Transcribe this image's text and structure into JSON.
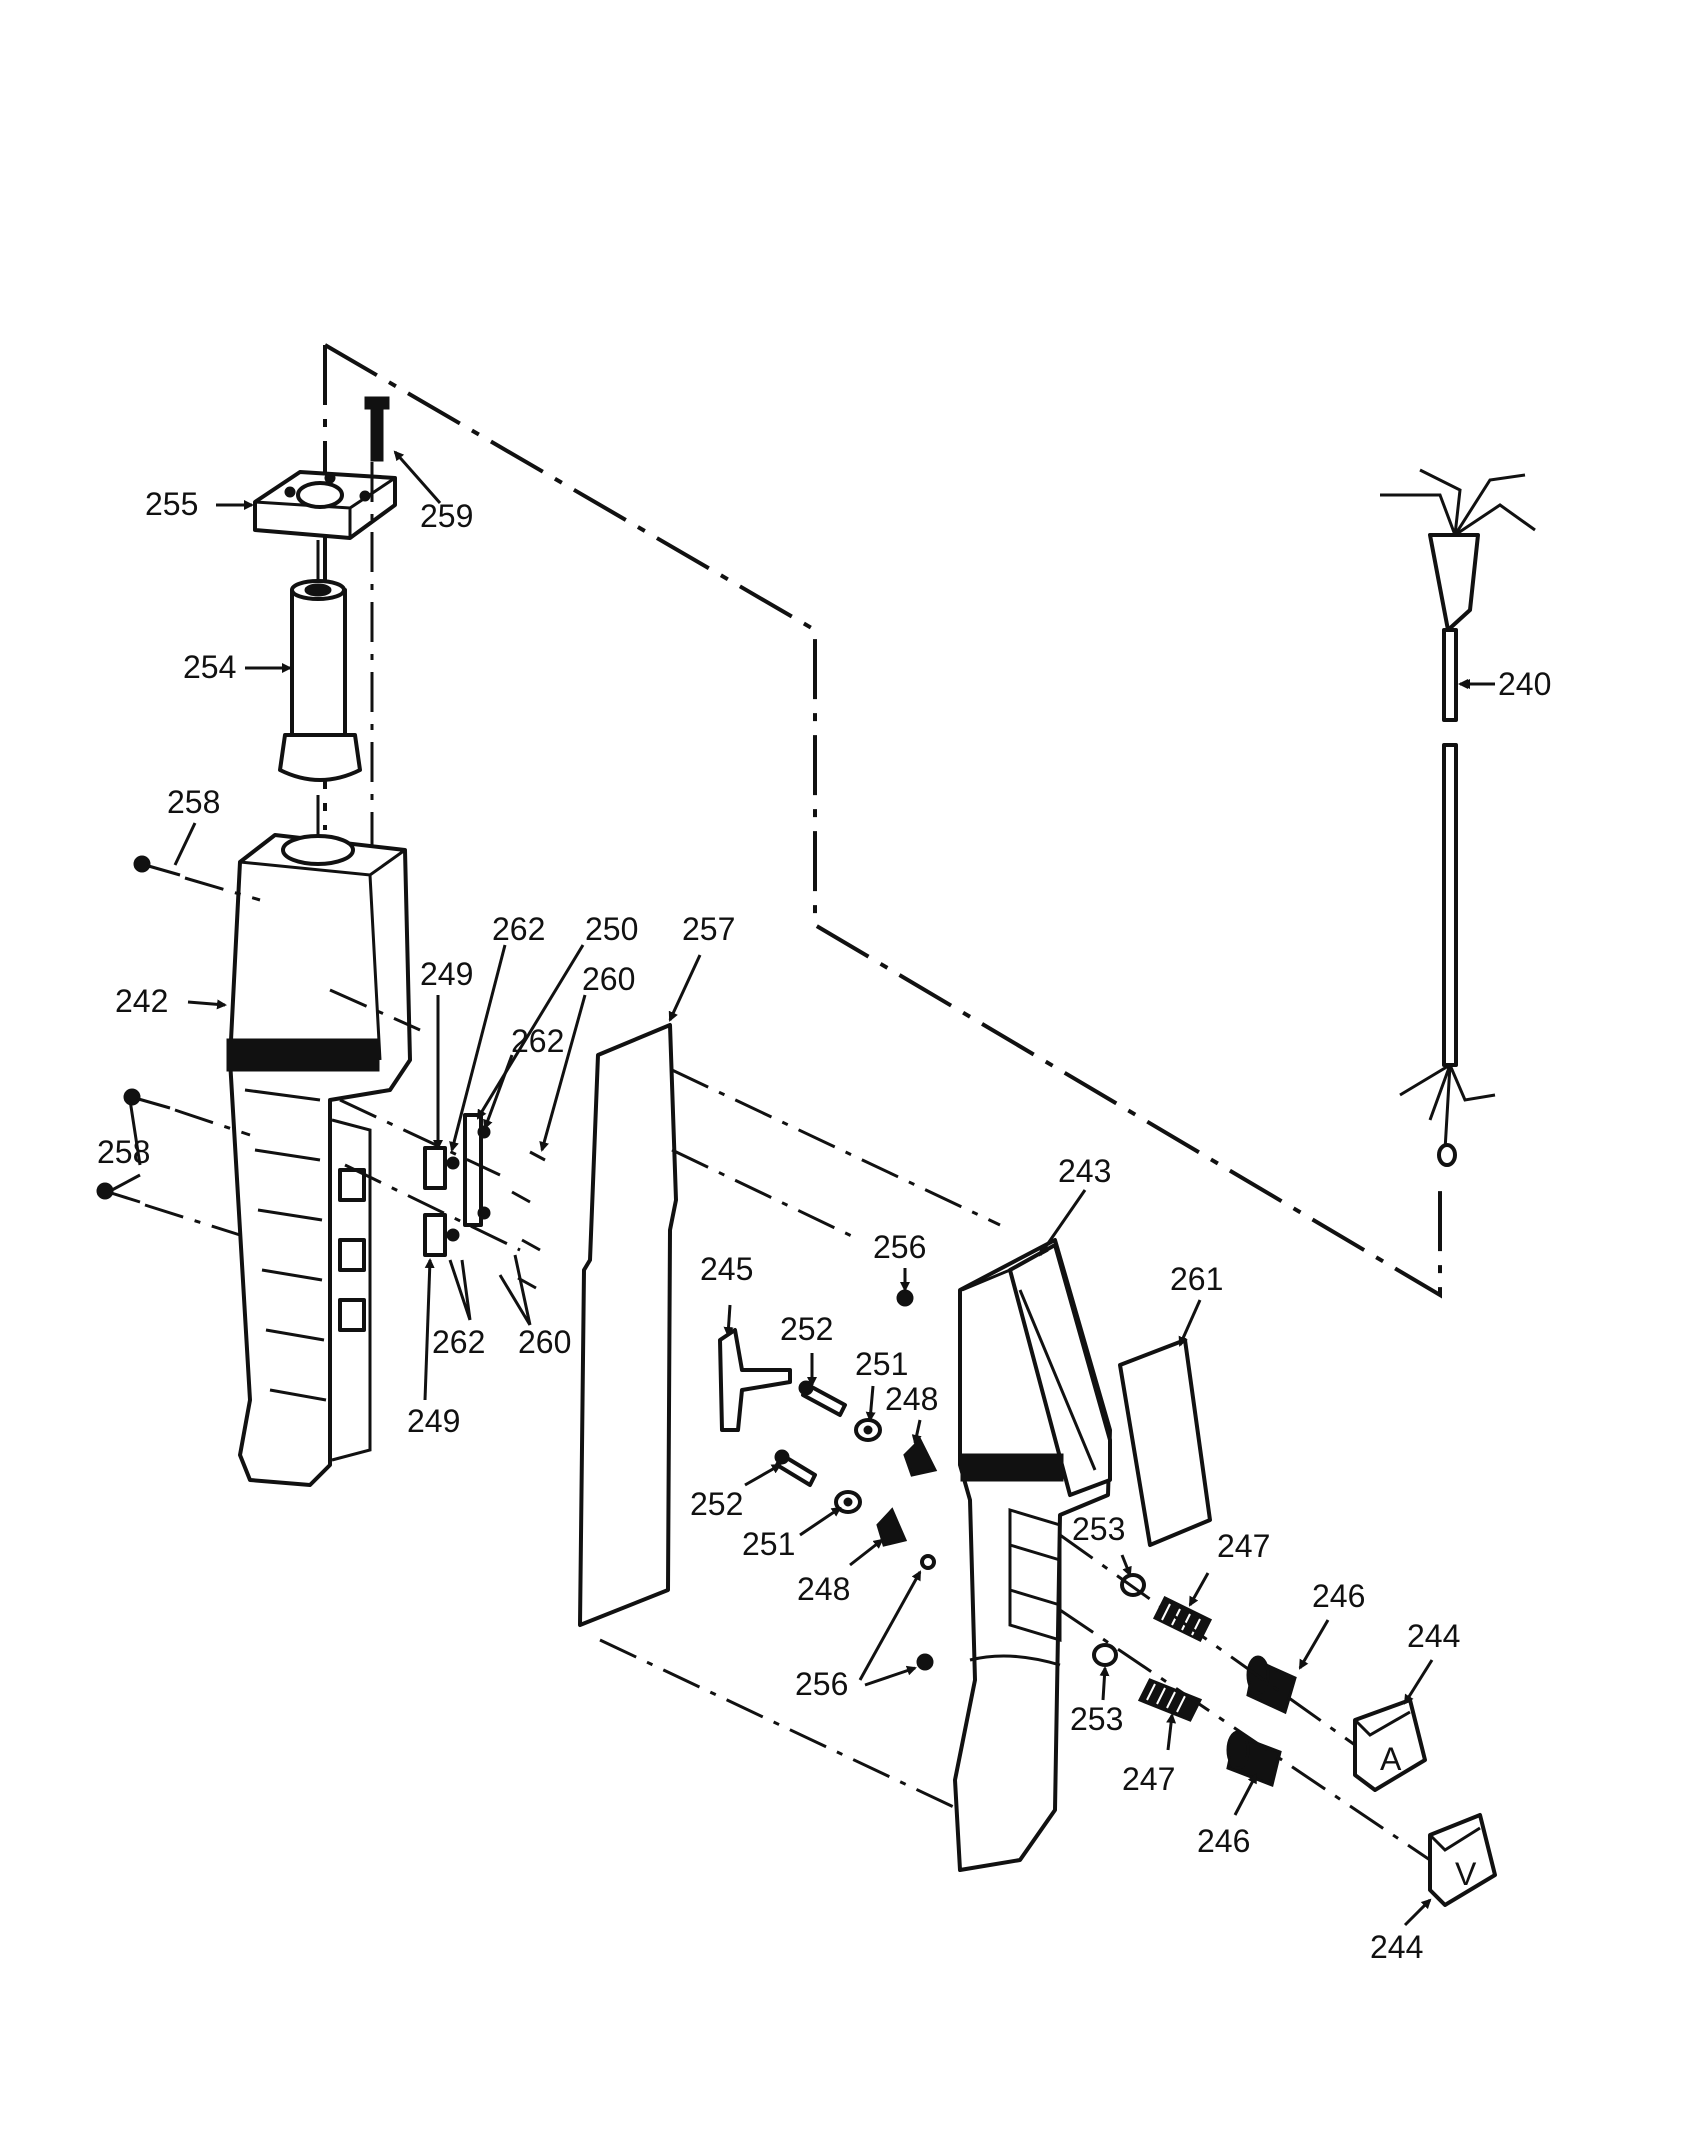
{
  "labels": {
    "p240": "240",
    "p242": "242",
    "p243": "243",
    "p244a": "244",
    "p244b": "244",
    "p245": "245",
    "p246a": "246",
    "p246b": "246",
    "p247a": "247",
    "p247b": "247",
    "p248a": "248",
    "p248b": "248",
    "p249a": "249",
    "p249b": "249",
    "p250": "250",
    "p251a": "251",
    "p251b": "251",
    "p252a": "252",
    "p252b": "252",
    "p253a": "253",
    "p253b": "253",
    "p254": "254",
    "p255": "255",
    "p256a": "256",
    "p256b": "256",
    "p257": "257",
    "p258a": "258",
    "p258b": "258",
    "p259": "259",
    "p260a": "260",
    "p260b": "260",
    "p261": "261",
    "p262a": "262",
    "p262b": "262",
    "p262c": "262"
  },
  "button_glyphs": {
    "upper": "A",
    "lower": "V"
  }
}
